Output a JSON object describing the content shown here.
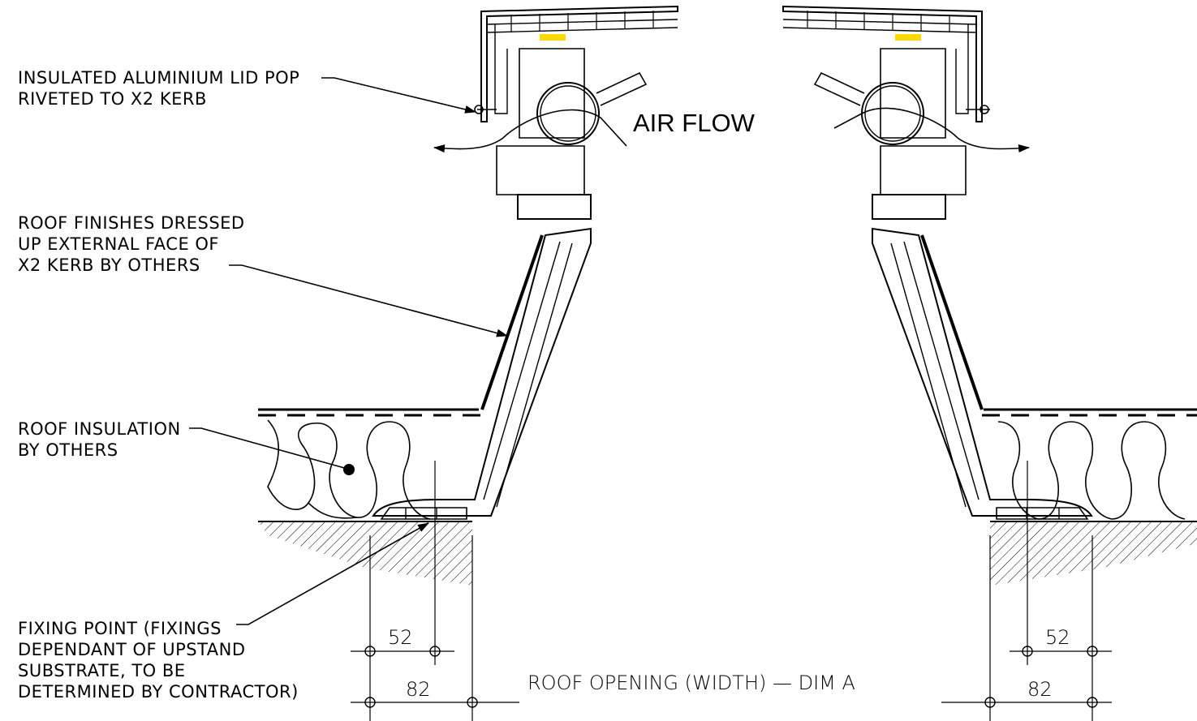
{
  "annotations": {
    "lid": [
      "INSULATED ALUMINIUM LID POP",
      "RIVETED TO X2 KERB"
    ],
    "finishes": [
      "ROOF FINISHES DRESSED",
      "UP EXTERNAL FACE OF",
      "X2 KERB BY OTHERS"
    ],
    "insulation": [
      "ROOF INSULATION",
      "BY OTHERS"
    ],
    "fixing": [
      "FIXING POINT (FIXINGS",
      "DEPENDANT OF UPSTAND",
      "SUBSTRATE, TO BE",
      "DETERMINED BY CONTRACTOR)"
    ],
    "airflow": "AIR FLOW"
  },
  "dimensions": {
    "left_inner": "52",
    "left_outer": "82",
    "opening": "ROOF OPENING (WIDTH) — DIM A",
    "right_inner": "52",
    "right_outer": "82"
  },
  "colors": {
    "line": "#000000",
    "seal": "#ffd800",
    "background": "#ffffff"
  }
}
